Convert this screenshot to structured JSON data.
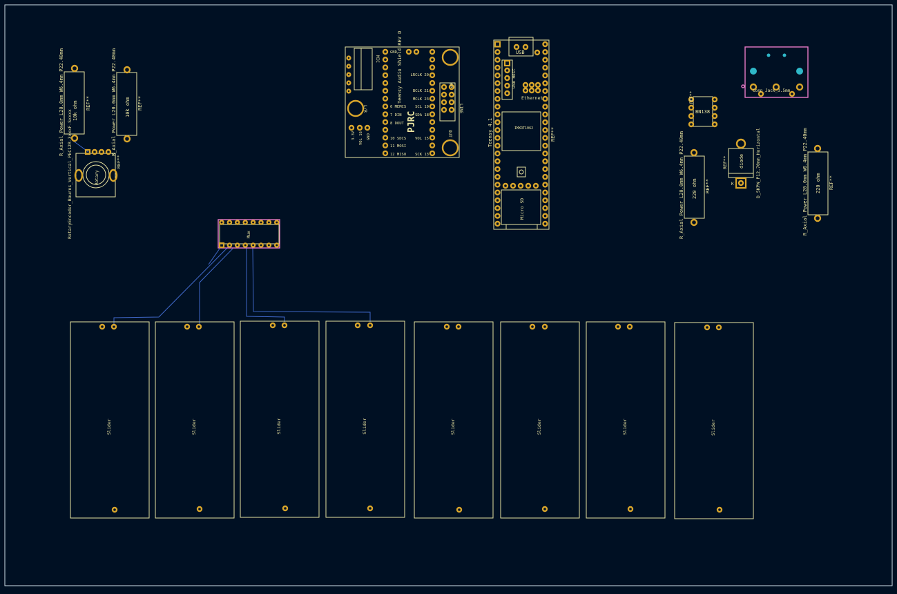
{
  "colors": {
    "background": "#001023",
    "silkscreen": "#e8e3a0",
    "pad": "#d9a62b",
    "trace": "#3f68c8",
    "edge_cuts": "#cfe0e8",
    "courtyard": "#e87bc8",
    "via": "#2fb8c8"
  },
  "resistor_left_1": {
    "footprint": "R_Axial_Power_L20.0mm_W6.4mm_P22.40mm",
    "value": "10k ohm",
    "ref": "REF**"
  },
  "resistor_left_2": {
    "footprint": "R_Axial_Power_L20.0mm_W6.4mm_P22.40mm",
    "value": "10k ohm",
    "ref": "REF**"
  },
  "encoder": {
    "footprint": "RotaryEncoder_Bourns_Vertical_PEC12R-3xxxF-Sxxxx",
    "value": "Rotary",
    "ref": "REF**"
  },
  "mux": {
    "value": "Mux"
  },
  "audio_shield": {
    "title": "Teensy Audio Shield REV D",
    "brand": "PJRC",
    "pins": [
      "GND",
      "7 DIN",
      "8 DOUT",
      "6 MEMCS",
      "10 SDCS",
      "11 MOSI",
      "12 MISO",
      "3.3V",
      "VOL 16",
      "GND",
      "LRCLK 20",
      "BCLK 21",
      "MCLK 23",
      "SCL 19",
      "SDA 18",
      "VOL 15",
      "SCK 13"
    ],
    "labels": [
      "L/R",
      "OUT",
      "LINE",
      "MIC",
      "HP"
    ]
  },
  "teensy": {
    "name": "Teensy 4.1",
    "usb": "USB",
    "usb_host": "USB Host",
    "ethernet": "Ethernet",
    "sd": "Micro SD",
    "chip": "IMXRT1062",
    "ref": "REF**"
  },
  "ic_bn138": {
    "value": "BN138",
    "ref": "REF**"
  },
  "jack": {
    "value": "Conn_Jack_3.5mm"
  },
  "resistor_right_1": {
    "footprint": "R_Axial_Power_L20.0mm_W6.4mm_P22.40mm",
    "value": "220 ohm",
    "ref": "REF**"
  },
  "diode": {
    "footprint": "D_5KPW_P12.70mm_Horizontal",
    "value": "diode",
    "ref": "REF**",
    "pin_k": "K"
  },
  "resistor_right_2": {
    "footprint": "R_Axial_Power_L20.0mm_W6.4mm_P22.40mm",
    "value": "220 ohm",
    "ref": "REF**"
  },
  "sliders": [
    {
      "label": "Slider"
    },
    {
      "label": "Slider"
    },
    {
      "label": "Slider"
    },
    {
      "label": "Slider"
    },
    {
      "label": "Slider"
    },
    {
      "label": "Slider"
    },
    {
      "label": "Slider"
    },
    {
      "label": "Slider"
    }
  ]
}
